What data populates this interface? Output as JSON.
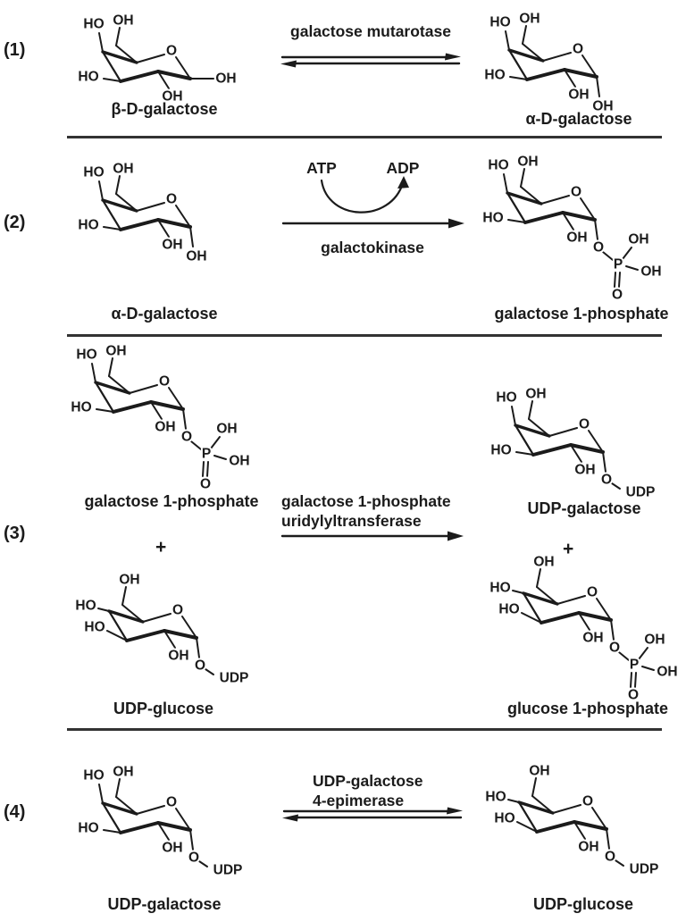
{
  "figure": {
    "reactions": [
      {
        "number": "(1)",
        "arrow": "equilibrium",
        "enzyme_lines": [
          "galactose mutarotase"
        ],
        "reactant": "β-D-galactose",
        "product": "α-D-galactose"
      },
      {
        "number": "(2)",
        "arrow": "forward",
        "cofactor_in": "ATP",
        "cofactor_out": "ADP",
        "enzyme_lines": [
          "galactokinase"
        ],
        "reactant": "α-D-galactose",
        "product": "galactose 1-phosphate"
      },
      {
        "number": "(3)",
        "arrow": "forward",
        "enzyme_lines": [
          "galactose 1-phosphate",
          "uridylyltransferase"
        ],
        "plus": "+",
        "reactants": [
          "galactose 1-phosphate",
          "UDP-glucose"
        ],
        "products": [
          "UDP-galactose",
          "glucose 1-phosphate"
        ]
      },
      {
        "number": "(4)",
        "arrow": "equilibrium",
        "enzyme_lines": [
          "UDP-galactose",
          "4-epimerase"
        ],
        "reactant": "UDP-galactose",
        "product": "UDP-glucose"
      }
    ],
    "glyphs": {
      "ho": "HO",
      "oh": "OH",
      "o": "O",
      "p": "P",
      "udp": "UDP",
      "plus": "+"
    },
    "structures": [
      {
        "molecule": "beta-D-galactose",
        "sugar": "galactose",
        "anomeric": "oh-eq"
      },
      {
        "molecule": "alpha-D-galactose",
        "sugar": "galactose",
        "anomeric": "oh-ax"
      },
      {
        "molecule": "alpha-D-galactose",
        "sugar": "galactose",
        "anomeric": "oh-ax"
      },
      {
        "molecule": "galactose-1-phosphate",
        "sugar": "galactose",
        "anomeric": "phosphate"
      },
      {
        "molecule": "galactose-1-phosphate",
        "sugar": "galactose",
        "anomeric": "phosphate"
      },
      {
        "molecule": "UDP-galactose",
        "sugar": "galactose",
        "anomeric": "udp"
      },
      {
        "molecule": "UDP-glucose",
        "sugar": "glucose",
        "anomeric": "udp"
      },
      {
        "molecule": "glucose-1-phosphate",
        "sugar": "glucose",
        "anomeric": "phosphate"
      },
      {
        "molecule": "UDP-galactose",
        "sugar": "galactose",
        "anomeric": "udp"
      },
      {
        "molecule": "UDP-glucose",
        "sugar": "glucose",
        "anomeric": "udp"
      }
    ]
  }
}
